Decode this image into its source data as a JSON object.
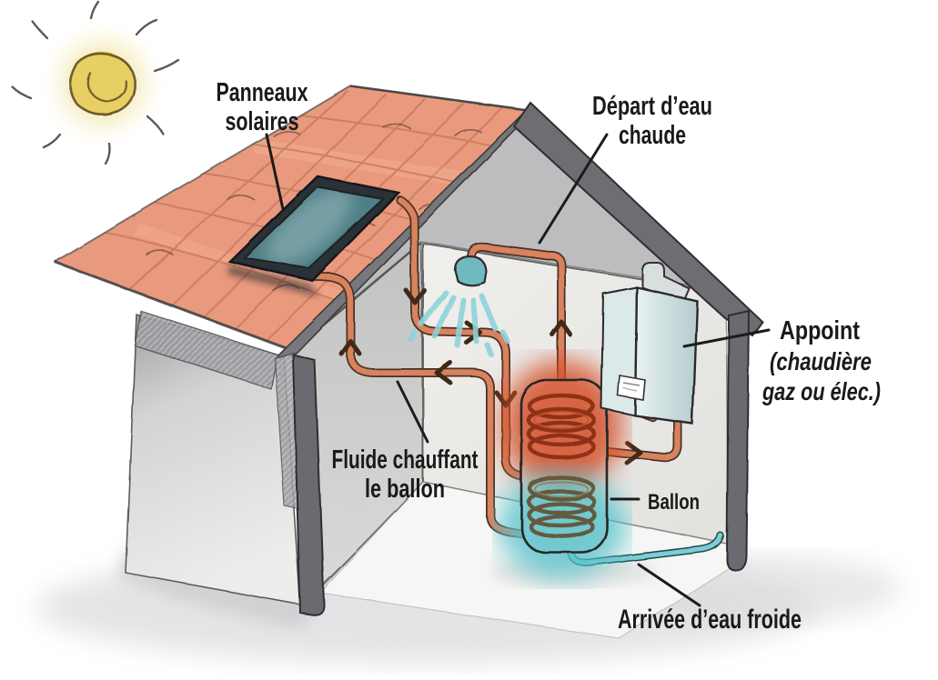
{
  "diagram": {
    "subject": "solar-water-heating-system-cutaway-house",
    "labels": {
      "panneaux": [
        "Panneaux",
        "solaires"
      ],
      "depart": [
        "Départ d’eau",
        "chaude"
      ],
      "appoint": [
        "Appoint",
        "(chaudière",
        "gaz ou élec.)"
      ],
      "fluide": [
        "Fluide chauffant",
        "le ballon"
      ],
      "ballon": "Ballon",
      "arrivee": "Arrivée d’eau froide"
    },
    "components": [
      "sun",
      "solar-panel",
      "tiled-roof",
      "house-frame",
      "exterior-wall",
      "interior-walls",
      "shower",
      "water-tank",
      "top-heating-coil",
      "bottom-heating-coil",
      "boiler",
      "hot-water-pipe",
      "solar-loop-pipes",
      "cold-water-pipe"
    ],
    "colors": {
      "roof_tile": "#e9997d",
      "roof_tile_line": "#c4765a",
      "frame_gray": "#6e6e72",
      "pipe_hot": "#d8825f",
      "pipe_cold": "#7ecdd3",
      "tank_hot_glow": "#d4502a",
      "tank_cold_glow": "#54c2cc",
      "panel_glass": "#4f7f86",
      "panel_frame": "#2c3337",
      "sun_yellow": "#e7cf63",
      "boiler_body": "#dcebec",
      "wall_light": "#eceae7",
      "wall_shaded": "#cbcbc9",
      "label_text": "#1a1a1a"
    }
  }
}
